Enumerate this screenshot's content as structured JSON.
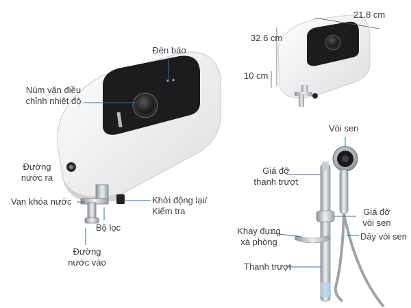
{
  "heater_labels": {
    "indicator_light": "Đèn báo",
    "temp_knob_line1": "Núm vặn điều",
    "temp_knob_line2": "chỉnh nhiệt độ",
    "water_outlet_line1": "Đường",
    "water_outlet_line2": "nước ra",
    "lock_valve": "Van khóa nước",
    "reset_test_line1": "Khởi động lại/",
    "reset_test_line2": "Kiểm tra",
    "filter": "Bộ lọc",
    "water_inlet_line1": "Đường",
    "water_inlet_line2": "nước vào"
  },
  "dimensions": {
    "width": "21.8 cm",
    "height": "32.6 cm",
    "depth": "10 cm"
  },
  "shower_labels": {
    "shower_head": "Vòi sen",
    "slider_holder_line1": "Giá đỡ",
    "slider_holder_line2": "thanh trượt",
    "head_holder_line1": "Giá đỡ",
    "head_holder_line2": "vòi sen",
    "soap_tray_line1": "Khay đựng",
    "soap_tray_line2": "xà phòng",
    "hose": "Dây vòi sen",
    "slide_bar": "Thanh trượt"
  },
  "colors": {
    "label_text": "#3a3a3a",
    "leader_line": "#2d6fa8",
    "panel": "#1c1c1e",
    "body": "#f4f4f4",
    "chrome": "#b8bcc2"
  }
}
